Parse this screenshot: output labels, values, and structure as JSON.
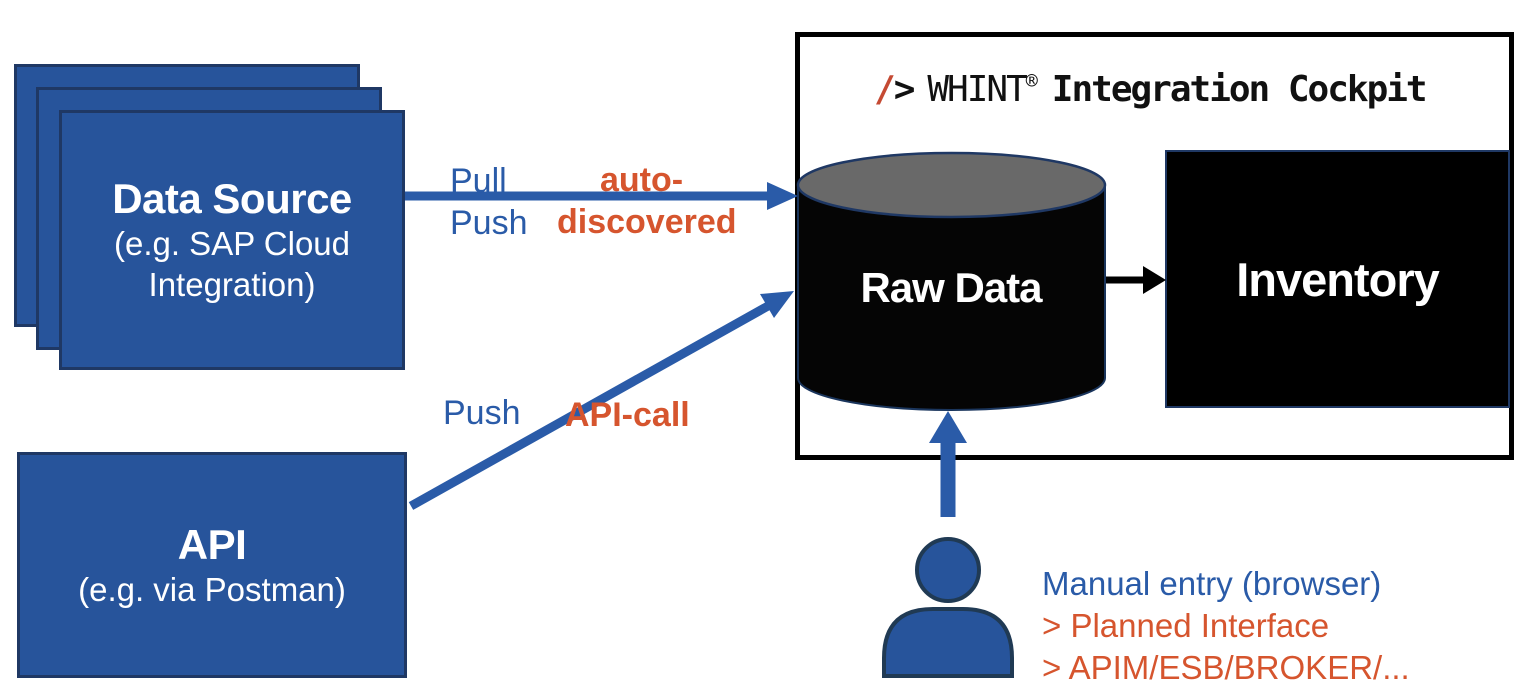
{
  "colors": {
    "box_blue": "#27549B",
    "box_border": "#1F3864",
    "arrow_blue": "#2A5BA8",
    "label_blue": "#2A5BA8",
    "orange": "#D6552E",
    "slash_orange": "#C54A33",
    "node_black": "#000000",
    "cylinder_gray": "#696969"
  },
  "cockpit": {
    "slash": "/",
    "chevron": ">",
    "brand": "WHINT",
    "registered": "®",
    "product": "Integration Cockpit"
  },
  "nodes": {
    "data_source": {
      "title": "Data Source",
      "subtitle": "(e.g. SAP Cloud Integration)"
    },
    "api": {
      "title": "API",
      "subtitle": "(e.g. via Postman)"
    },
    "raw_data": {
      "label": "Raw Data"
    },
    "inventory": {
      "label": "Inventory"
    }
  },
  "arrows": {
    "datasource_to_rawdata": {
      "label_above": "Pull",
      "label_below": "Push",
      "tag_above": "auto-",
      "tag_below": "discovered"
    },
    "api_to_rawdata": {
      "label": "Push",
      "tag": "API-call"
    }
  },
  "manual_entry": {
    "line1": "Manual entry (browser)",
    "line2": "> Planned Interface",
    "line3": "> APIM/ESB/BROKER/..."
  }
}
